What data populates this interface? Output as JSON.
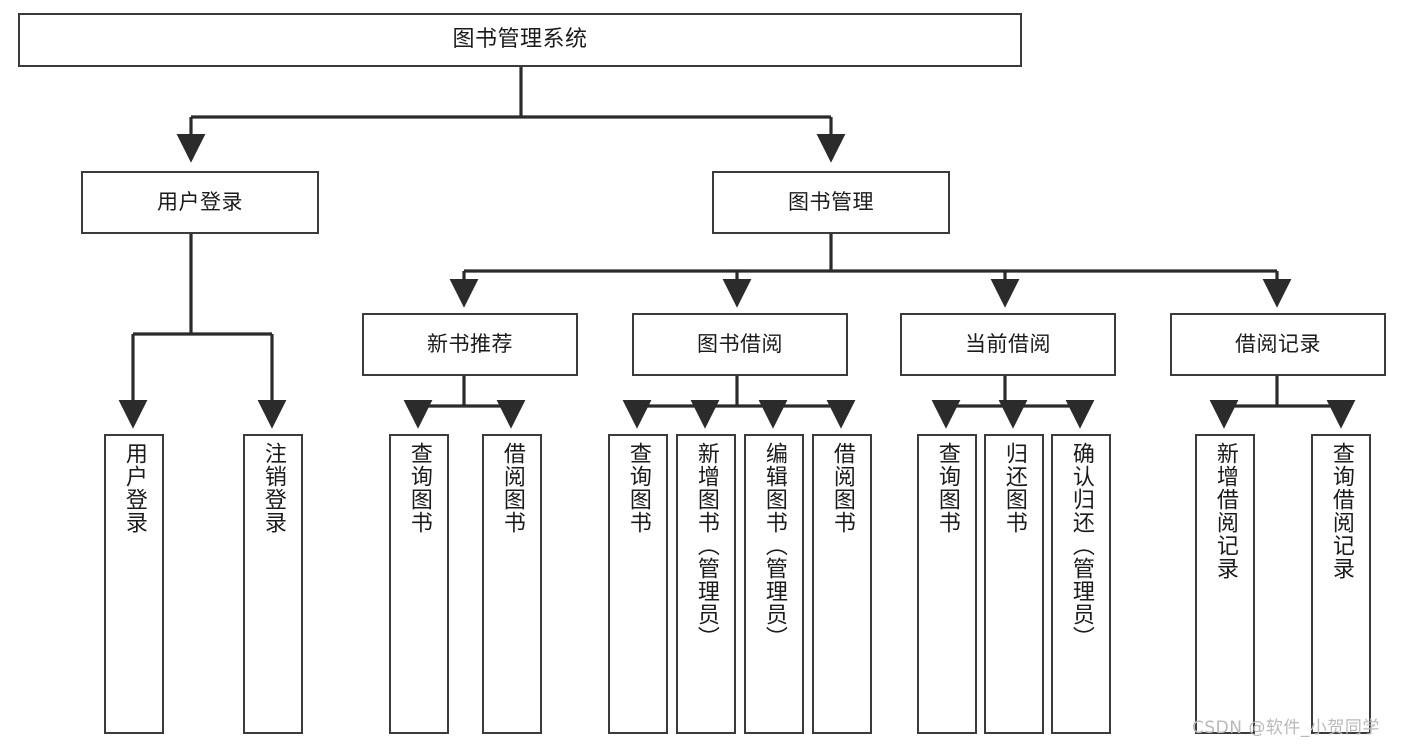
{
  "diagram": {
    "title": "图书管理系统",
    "type": "hierarchy-tree",
    "watermark": "CSDN @软件_小贺同学",
    "colors": {
      "box_border": "#3b3b3b",
      "box_fill": "#ffffff",
      "line": "#2b2b2b",
      "text": "#1b1b1b",
      "watermark": "#b9b9b9",
      "background": "#ffffff"
    },
    "nodes": {
      "root": {
        "label": "图书管理系统",
        "level": 1,
        "orientation": "horizontal"
      },
      "level2": [
        {
          "id": "user-login",
          "label": "用户登录",
          "orientation": "horizontal"
        },
        {
          "id": "book-management",
          "label": "图书管理",
          "orientation": "horizontal"
        }
      ],
      "level3": [
        {
          "id": "new-book-recommend",
          "label": "新书推荐",
          "orientation": "horizontal"
        },
        {
          "id": "book-borrow",
          "label": "图书借阅",
          "orientation": "horizontal"
        },
        {
          "id": "current-borrow",
          "label": "当前借阅",
          "orientation": "horizontal"
        },
        {
          "id": "borrow-record",
          "label": "借阅记录",
          "orientation": "horizontal"
        }
      ],
      "leaves": {
        "user-login": [
          {
            "id": "leaf-user-login",
            "label": "用户登录",
            "orientation": "vertical"
          },
          {
            "id": "leaf-logout",
            "label": "注销登录",
            "orientation": "vertical"
          }
        ],
        "new-book-recommend": [
          {
            "id": "leaf-query-book-1",
            "label": "查询图书",
            "orientation": "vertical"
          },
          {
            "id": "leaf-borrow-book-1",
            "label": "借阅图书",
            "orientation": "vertical"
          }
        ],
        "book-borrow": [
          {
            "id": "leaf-query-book-2",
            "label": "查询图书",
            "orientation": "vertical"
          },
          {
            "id": "leaf-add-book",
            "label": "新增图书（管理员）",
            "orientation": "vertical"
          },
          {
            "id": "leaf-edit-book",
            "label": "编辑图书（管理员）",
            "orientation": "vertical"
          },
          {
            "id": "leaf-borrow-book-2",
            "label": "借阅图书",
            "orientation": "vertical"
          }
        ],
        "current-borrow": [
          {
            "id": "leaf-query-book-3",
            "label": "查询图书",
            "orientation": "vertical"
          },
          {
            "id": "leaf-return-book",
            "label": "归还图书",
            "orientation": "vertical"
          },
          {
            "id": "leaf-confirm-return",
            "label": "确认归还（管理员）",
            "orientation": "vertical"
          }
        ],
        "borrow-record": [
          {
            "id": "leaf-add-record",
            "label": "新增借阅记录",
            "orientation": "vertical"
          },
          {
            "id": "leaf-query-record",
            "label": "查询借阅记录",
            "orientation": "vertical"
          }
        ]
      }
    }
  }
}
